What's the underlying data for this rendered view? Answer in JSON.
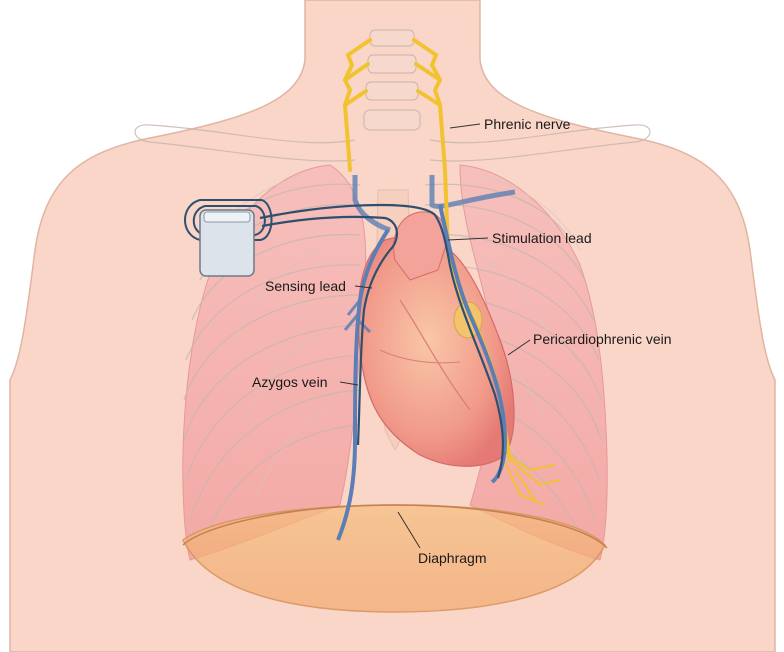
{
  "labels": {
    "phrenic_nerve": "Phrenic nerve",
    "stimulation_lead": "Stimulation lead",
    "sensing_lead": "Sensing lead",
    "pericardiophrenic_vein": "Pericardiophrenic vein",
    "azygos_vein": "Azygos vein",
    "diaphragm": "Diaphragm"
  },
  "colors": {
    "skin": "#f9d6c8",
    "skin_outline": "#e2b4a3",
    "lung": "#f3a8a8",
    "heart": "#f08080",
    "nerve": "#f2c230",
    "vein": "#5b7fb4",
    "lead": "#2f4f6f",
    "diaphragm": "#f0a868",
    "device": "#d8dde3"
  }
}
